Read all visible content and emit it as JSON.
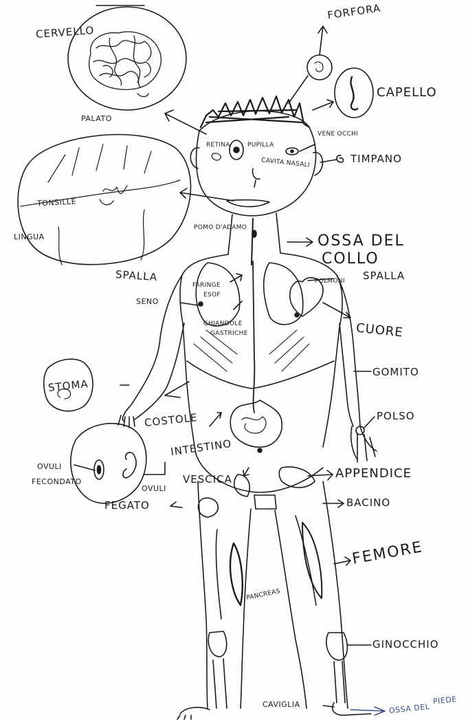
{
  "labels": {
    "cervello": "CERVELLO",
    "forfora": "FORFORA",
    "capello": "CAPELLO",
    "palato": "PALATO",
    "retina": "RETINA",
    "pupilla": "PUPILLA",
    "vene_occhi": "VENE OCCHI",
    "cavita_nasali": "CAVITA NASALI",
    "timpano": "TIMPANO",
    "tonsille": "TONSILLE",
    "lingua": "LINGUA",
    "pomo_d_adamo": "POMO D'ADAMO",
    "ossa_del_collo_1": "OSSA DEL",
    "ossa_del_collo_2": "COLLO",
    "spalla_left": "SPALLA",
    "spalla_right": "SPALLA",
    "polmoni": "POLMONI",
    "seno": "SENO",
    "faringe_esofago_1": "FARINGE",
    "faringe_esofago_2": "ESOF",
    "ghiandole_gastriche_1": "GHIANDOLE",
    "ghiandole_gastriche_2": "GASTRICHE",
    "cuore": "CUORE",
    "gomito": "GOMITO",
    "stomaco": "STOMA",
    "costole": "COSTOLE",
    "polso": "POLSO",
    "intestino": "INTESTINO",
    "ovuli_fecondati_1": "OVULI",
    "ovuli_fecondati_2": "FECONDATO",
    "ovuli": "OVULI",
    "vescica": "VESCICA",
    "appendice": "APPENDICE",
    "fegato": "FEGATO",
    "bacino": "BACINO",
    "femore": "FEMORE",
    "pancreas": "PANCREAS",
    "ginocchio": "GINOCCHIO",
    "caviglia": "CAVIGLIA",
    "ossa_del_piede_1": "OSSA DEL",
    "ossa_del_piede_2": "PIEDE"
  },
  "colors": {
    "ink": "#1b1b1b",
    "blue_ink": "#3c4f88",
    "paper": "#fdfdfc"
  }
}
